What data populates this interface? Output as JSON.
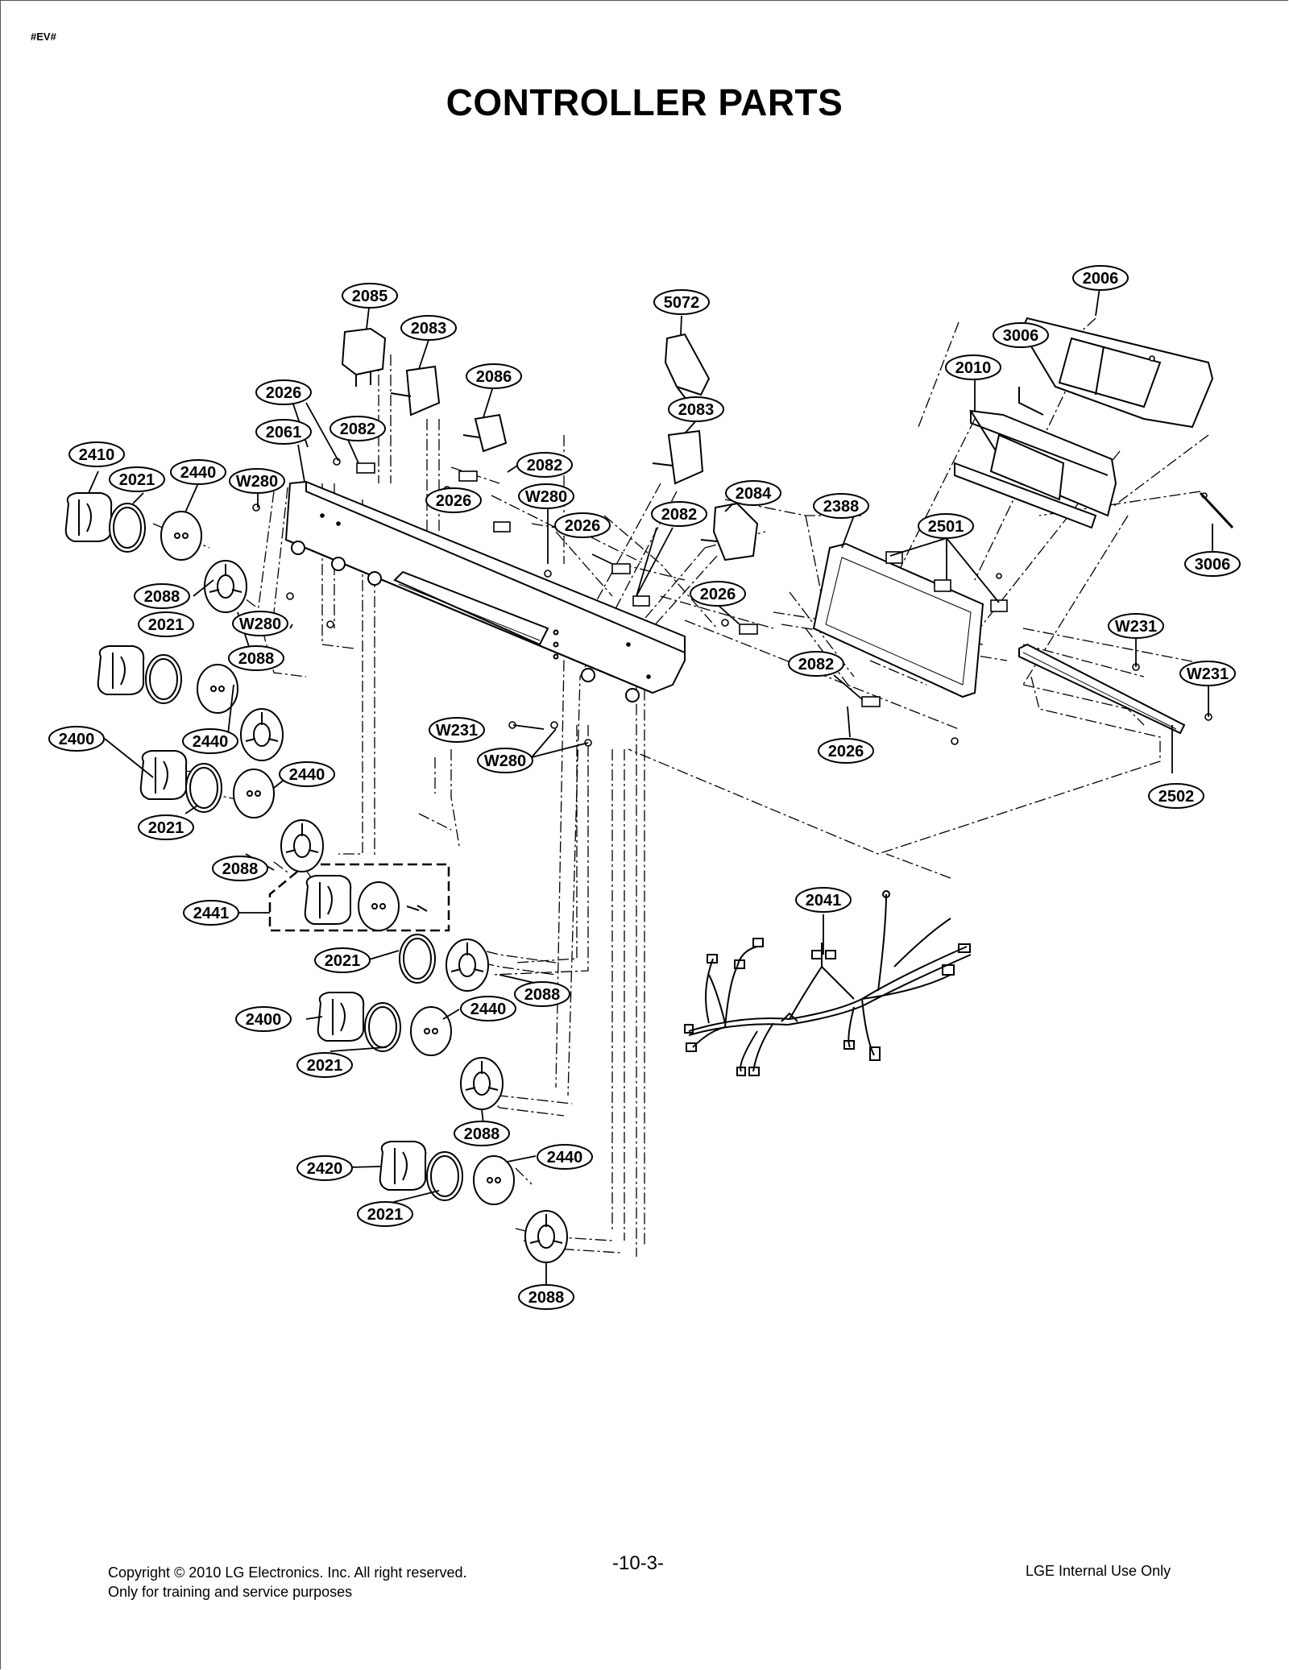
{
  "header": {
    "doc_tag": "#EV#",
    "title": "CONTROLLER PARTS"
  },
  "callouts": [
    {
      "label": "2085"
    },
    {
      "label": "2083"
    },
    {
      "label": "5072"
    },
    {
      "label": "2006"
    },
    {
      "label": "3006"
    },
    {
      "label": "2010"
    },
    {
      "label": "2086"
    },
    {
      "label": "2026"
    },
    {
      "label": "2083"
    },
    {
      "label": "2061"
    },
    {
      "label": "2082"
    },
    {
      "label": "2410"
    },
    {
      "label": "2082"
    },
    {
      "label": "2440"
    },
    {
      "label": "2021"
    },
    {
      "label": "W280"
    },
    {
      "label": "2026"
    },
    {
      "label": "W280"
    },
    {
      "label": "2084"
    },
    {
      "label": "2388"
    },
    {
      "label": "2026"
    },
    {
      "label": "2082"
    },
    {
      "label": "2501"
    },
    {
      "label": "3006"
    },
    {
      "label": "2088"
    },
    {
      "label": "2026"
    },
    {
      "label": "2021"
    },
    {
      "label": "W280"
    },
    {
      "label": "W231"
    },
    {
      "label": "2088"
    },
    {
      "label": "2082"
    },
    {
      "label": "W231"
    },
    {
      "label": "2400"
    },
    {
      "label": "2440"
    },
    {
      "label": "W231"
    },
    {
      "label": "W280"
    },
    {
      "label": "2026"
    },
    {
      "label": "2440"
    },
    {
      "label": "2502"
    },
    {
      "label": "2021"
    },
    {
      "label": "2088"
    },
    {
      "label": "2041"
    },
    {
      "label": "2441"
    },
    {
      "label": "2021"
    },
    {
      "label": "2088"
    },
    {
      "label": "2440"
    },
    {
      "label": "2400"
    },
    {
      "label": "2021"
    },
    {
      "label": "2088"
    },
    {
      "label": "2440"
    },
    {
      "label": "2420"
    },
    {
      "label": "2021"
    },
    {
      "label": "2088"
    }
  ],
  "footer": {
    "copyright_line1": "Copyright © 2010 LG Electronics. Inc. All right reserved.",
    "copyright_line2": "Only for training and service purposes",
    "page_number": "-10-3-",
    "internal_note": "LGE Internal Use Only"
  }
}
